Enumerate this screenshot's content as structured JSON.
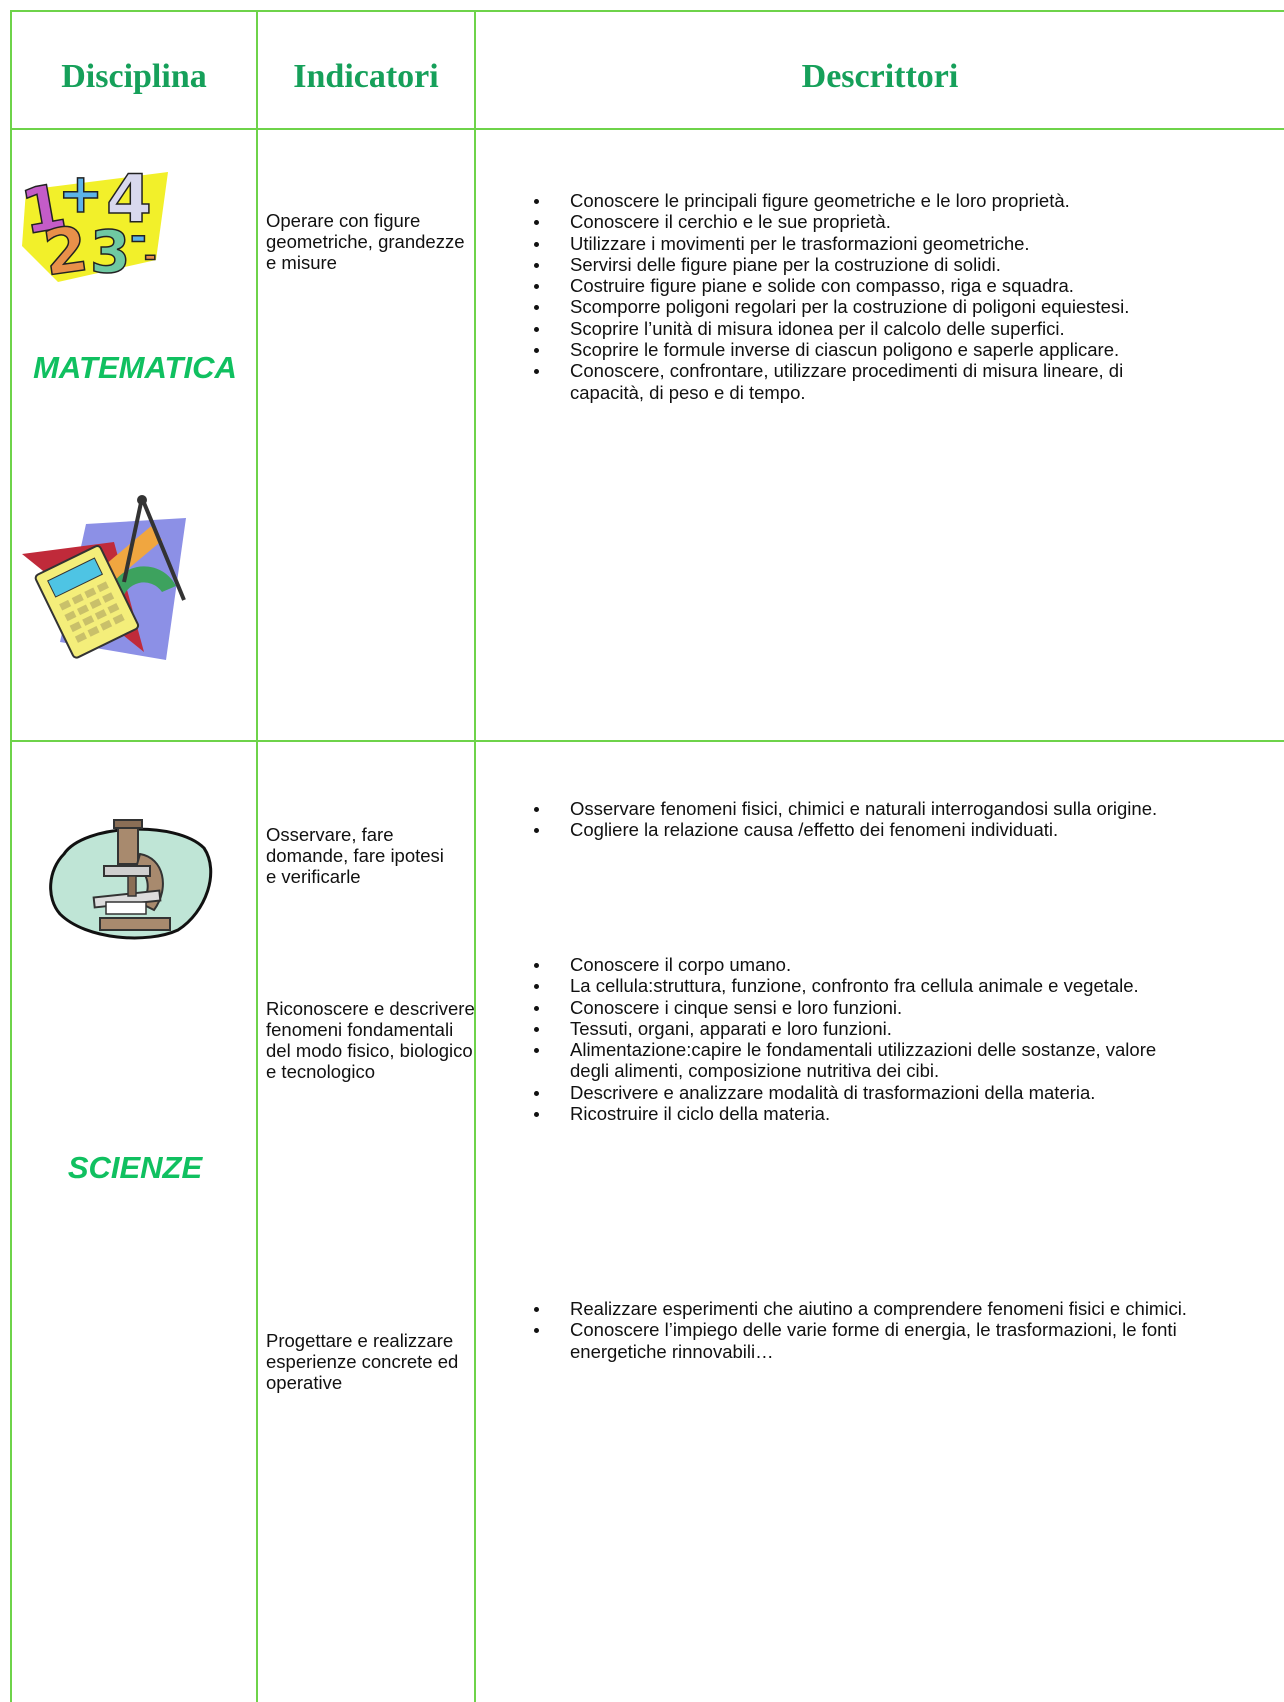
{
  "header": {
    "disciplina": "Disciplina",
    "indicatori": "Indicatori",
    "descrittori": "Descrittori"
  },
  "colors": {
    "grid": "#6ed34a",
    "header_text": "#16a05a",
    "subject_text": "#10c060"
  },
  "matematica": {
    "subject": "MATEMATICA",
    "icons": [
      "numbers-clipart-icon",
      "geometry-tools-clipart-icon"
    ],
    "indicator": "Operare con figure geometriche, grandezze e misure",
    "descriptors": [
      "Conoscere le principali figure geometriche e le loro proprietà.",
      "Conoscere il cerchio e le sue proprietà.",
      "Utilizzare i movimenti per le trasformazioni geometriche.",
      "Servirsi delle figure piane per la costruzione di solidi.",
      "Costruire figure piane e solide con compasso, riga e squadra.",
      "Scomporre poligoni regolari per la costruzione di poligoni equiestesi.",
      "Scoprire l’unità di misura idonea per il calcolo delle superfici.",
      "Scoprire le formule inverse di ciascun poligono e saperle applicare.",
      "Conoscere, confrontare, utilizzare procedimenti di misura lineare, di capacità, di peso e di tempo."
    ]
  },
  "scienze": {
    "subject": "SCIENZE",
    "icons": [
      "microscope-clipart-icon"
    ],
    "groups": [
      {
        "indicator": "Osservare, fare domande, fare ipotesi e verificarle",
        "descriptors": [
          "Osservare fenomeni fisici, chimici e naturali interrogandosi sulla origine.",
          "Cogliere la relazione causa /effetto dei fenomeni individuati."
        ]
      },
      {
        "indicator": "Riconoscere e descrivere fenomeni fondamentali del modo fisico, biologico e tecnologico",
        "descriptors": [
          "Conoscere il corpo umano.",
          "La cellula:struttura, funzione, confronto fra cellula animale e vegetale.",
          "Conoscere i cinque sensi e loro funzioni.",
          "Tessuti, organi, apparati e loro funzioni.",
          "Alimentazione:capire le fondamentali utilizzazioni delle sostanze, valore degli alimenti, composizione nutritiva dei cibi.",
          "Descrivere e analizzare modalità di trasformazioni della materia.",
          "Ricostruire il ciclo della materia."
        ]
      },
      {
        "indicator": "Progettare e realizzare esperienze concrete ed operative",
        "descriptors": [
          "Realizzare esperimenti che aiutino a comprendere fenomeni fisici e chimici.",
          "Conoscere l’impiego delle varie forme di energia, le trasformazioni, le fonti energetiche rinnovabili…"
        ]
      }
    ]
  }
}
